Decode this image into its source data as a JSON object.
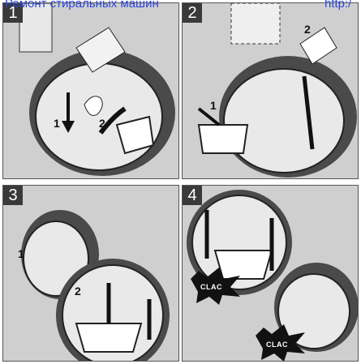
{
  "watermark": {
    "left": "Ремонт стиральных машин",
    "right": "http:/"
  },
  "panels": [
    {
      "step": "1",
      "labels": [
        "1",
        "2"
      ]
    },
    {
      "step": "2",
      "labels": [
        "1",
        "2"
      ]
    },
    {
      "step": "3",
      "labels": [
        "1",
        "2"
      ]
    },
    {
      "step": "4",
      "labels": [
        "CLAC",
        "CLAC"
      ]
    }
  ],
  "colors": {
    "panel_bg": "#cfcfcf",
    "drum": "#4a4a4a",
    "watermark": "#2c46d6"
  }
}
